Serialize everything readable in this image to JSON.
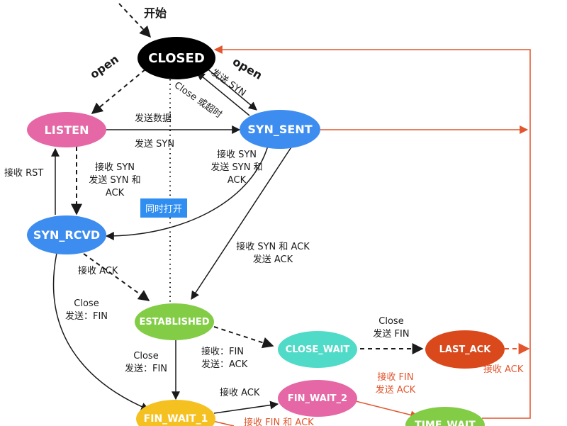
{
  "start": "开始",
  "states": {
    "closed": "CLOSED",
    "listen": "LISTEN",
    "syn_sent": "SYN_SENT",
    "syn_rcvd": "SYN_RCVD",
    "established": "ESTABLISHED",
    "close_wait": "CLOSE_WAIT",
    "last_ack": "LAST_ACK",
    "fin_wait_1": "FIN_WAIT_1",
    "fin_wait_2": "FIN_WAIT_2",
    "time_wait": "TIME_WAIT"
  },
  "labels": {
    "open_left": "open",
    "open_right": "open",
    "send_syn_closed": "发送 SYN",
    "close_or_timeout": "Close 或超时",
    "send_data": "发送数据",
    "send_syn_listen": "发送 SYN",
    "recv_rst": "接收 RST",
    "recv_syn_send_syn_ack": [
      "接收 SYN",
      "发送 SYN 和",
      "ACK"
    ],
    "recv_syn_send_syn_ack_right": [
      "接收 SYN",
      "发送 SYN 和",
      "ACK"
    ],
    "simultaneous_open": "同时打开",
    "recv_syn_ack_send_ack": [
      "接收 SYN 和 ACK",
      "发送 ACK"
    ],
    "recv_ack": "接收 ACK",
    "close_send_fin_left": [
      "Close",
      "发送：FIN"
    ],
    "close_send_fin_mid": [
      "Close",
      "发送：FIN"
    ],
    "recv_fin_send_ack": [
      "接收：FIN",
      "发送：ACK"
    ],
    "close_send_fin_right": [
      "Close",
      "发送 FIN"
    ],
    "recv_ack_last": "接收 ACK",
    "recv_fin_send_ack_red": [
      "接收 FIN",
      "发送 ACK"
    ],
    "recv_ack_fin_wait": "接收 ACK",
    "recv_fin_and_ack": "接收 FIN 和 ACK"
  },
  "colors": {
    "closed": "#000000",
    "listen": "#e567a6",
    "syn_sent": "#3d8df0",
    "syn_rcvd": "#3d8df0",
    "established": "#82cd45",
    "close_wait": "#4fdbc8",
    "last_ack": "#d9491c",
    "fin_wait_1": "#f5c121",
    "fin_wait_2": "#e567a6",
    "time_wait": "#82cd45",
    "badge": "#2f8ef0",
    "red_line": "#e2552d"
  }
}
